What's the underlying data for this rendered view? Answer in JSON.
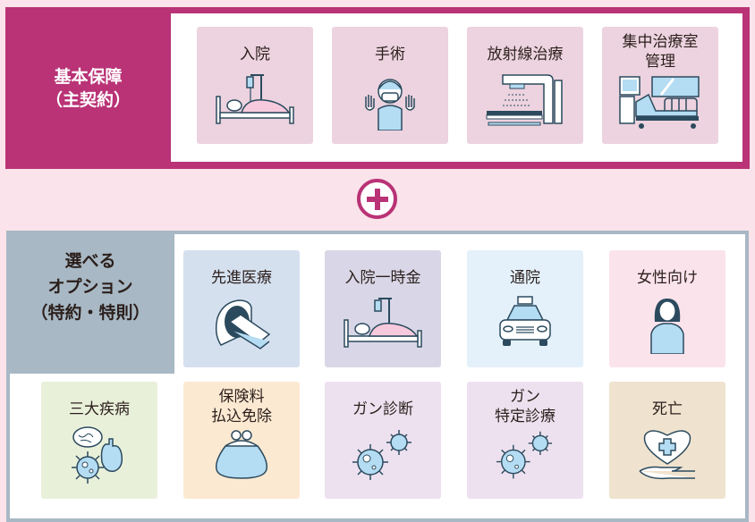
{
  "basic": {
    "label_line1": "基本保障",
    "label_line2": "（主契約）",
    "accent": "#b93376",
    "cards": [
      {
        "label": "入院",
        "icon": "hospital-bed-icon",
        "bg": "#ecd3df"
      },
      {
        "label": "手術",
        "icon": "surgeon-icon",
        "bg": "#ecd3df"
      },
      {
        "label": "放射線治療",
        "icon": "radiation-machine-icon",
        "bg": "#ecd3df"
      },
      {
        "label": "集中治療室\n管理",
        "icon": "icu-bed-icon",
        "bg": "#ecd3df"
      }
    ]
  },
  "plus": {
    "icon": "plus-icon"
  },
  "options": {
    "label_line1": "選べる",
    "label_line2": "オプション",
    "label_line3": "（特約・特則）",
    "accent": "#a8b8c4",
    "cards": [
      {
        "label": "先進医療",
        "icon": "mri-scanner-icon",
        "bg": "#d5e0ef"
      },
      {
        "label": "入院一時金",
        "icon": "hospital-bed-icon",
        "bg": "#d9d7e7"
      },
      {
        "label": "通院",
        "icon": "taxi-icon",
        "bg": "#e4f1fb"
      },
      {
        "label": "女性向け",
        "icon": "woman-icon",
        "bg": "#fbe3ec"
      },
      {
        "label": "三大疾病",
        "icon": "brain-heart-virus-icon",
        "bg": "#e9f0da"
      },
      {
        "label": "保険料\n払込免除",
        "icon": "coin-purse-icon",
        "bg": "#fce9d2"
      },
      {
        "label": "ガン診断",
        "icon": "cancer-cells-icon",
        "bg": "#ede1ef"
      },
      {
        "label": "ガン\n特定診療",
        "icon": "cancer-cells-icon",
        "bg": "#ede1ef"
      },
      {
        "label": "死亡",
        "icon": "heart-hand-icon",
        "bg": "#efe3cf"
      }
    ]
  }
}
